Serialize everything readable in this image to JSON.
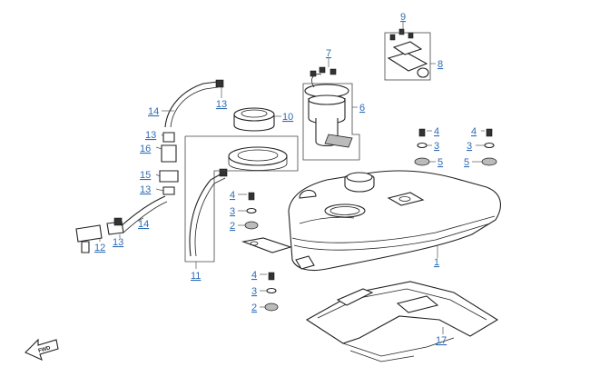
{
  "callouts": {
    "c1": "1",
    "c2a": "2",
    "c2b": "2",
    "c3a": "3",
    "c3b": "3",
    "c3c": "3",
    "c3d": "3",
    "c4a": "4",
    "c4b": "4",
    "c4c": "4",
    "c4d": "4",
    "c5a": "5",
    "c5b": "5",
    "c6": "6",
    "c7": "7",
    "c8": "8",
    "c9": "9",
    "c10": "10",
    "c11": "11",
    "c12": "12",
    "c13a": "13",
    "c13b": "13",
    "c13c": "13",
    "c13d": "13",
    "c14a": "14",
    "c14b": "14",
    "c15": "15",
    "c16": "16",
    "c17": "17"
  },
  "badge": {
    "fwd": "FWD"
  }
}
